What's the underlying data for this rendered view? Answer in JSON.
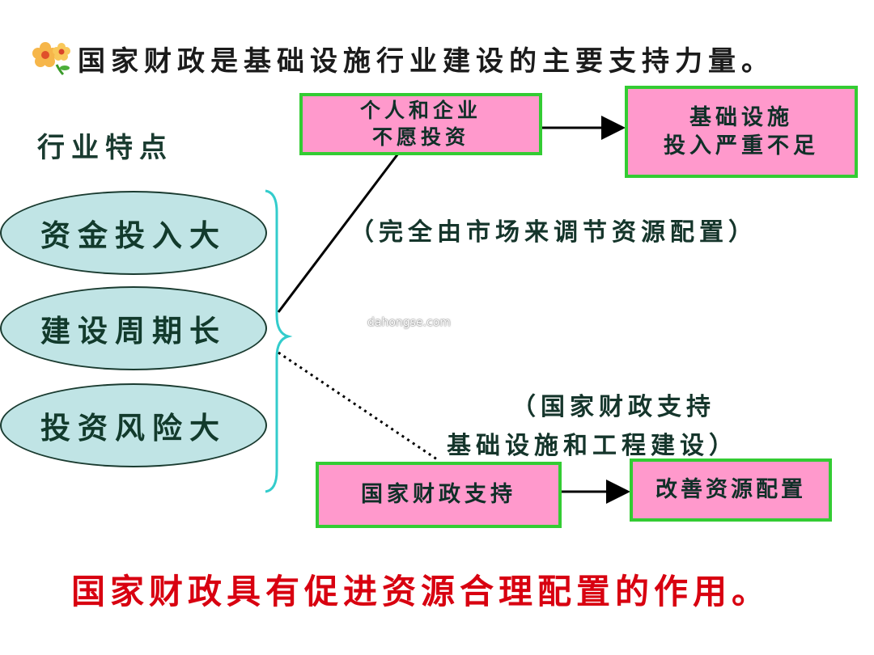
{
  "title": "国家财政是基础设施行业建设的主要支持力量。",
  "heading": "行业特点",
  "features": [
    "资金投入大",
    "建设周期长",
    "投资风险大"
  ],
  "top_path": {
    "box1_line1": "个人和企业",
    "box1_line2": "不愿投资",
    "box2_line1": "基础设施",
    "box2_line2": "投入严重不足",
    "note": "（完全由市场来调节资源配置）"
  },
  "bottom_path": {
    "note_line1": "（国家财政支持",
    "note_line2": "基础设施和工程建设）",
    "box1": "国家财政支持",
    "box2": "改善资源配置"
  },
  "conclusion": "国家财政具有促进资源合理配置的作用。",
  "watermark": "dahongse.com",
  "colors": {
    "box_fill": "#ff99cc",
    "box_border": "#33cc33",
    "ellipse_fill": "#c0e4e5",
    "brace": "#33cccc",
    "conclusion": "#d80010"
  }
}
